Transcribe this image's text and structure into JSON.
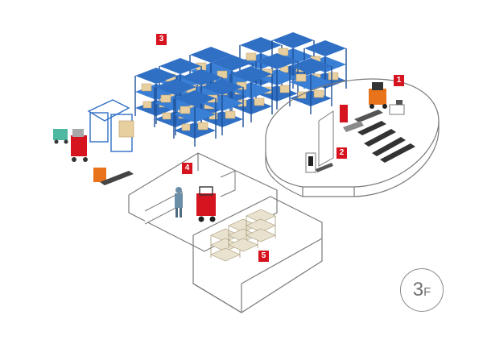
{
  "zones": [
    {
      "id": "zone-1",
      "label": "1"
    },
    {
      "id": "zone-2",
      "label": "2"
    },
    {
      "id": "zone-3",
      "label": "3"
    },
    {
      "id": "zone-4",
      "label": "4"
    },
    {
      "id": "zone-5",
      "label": "5"
    }
  ],
  "floor": {
    "number": "3",
    "letter": "F"
  },
  "colors": {
    "badge": "#d6141f",
    "rack_blue": "#2f6fc4",
    "carton": "#e8cfa0",
    "forklift_orange": "#e8731b",
    "forklift_red": "#d6141f",
    "outline": "#7a7a7a"
  }
}
